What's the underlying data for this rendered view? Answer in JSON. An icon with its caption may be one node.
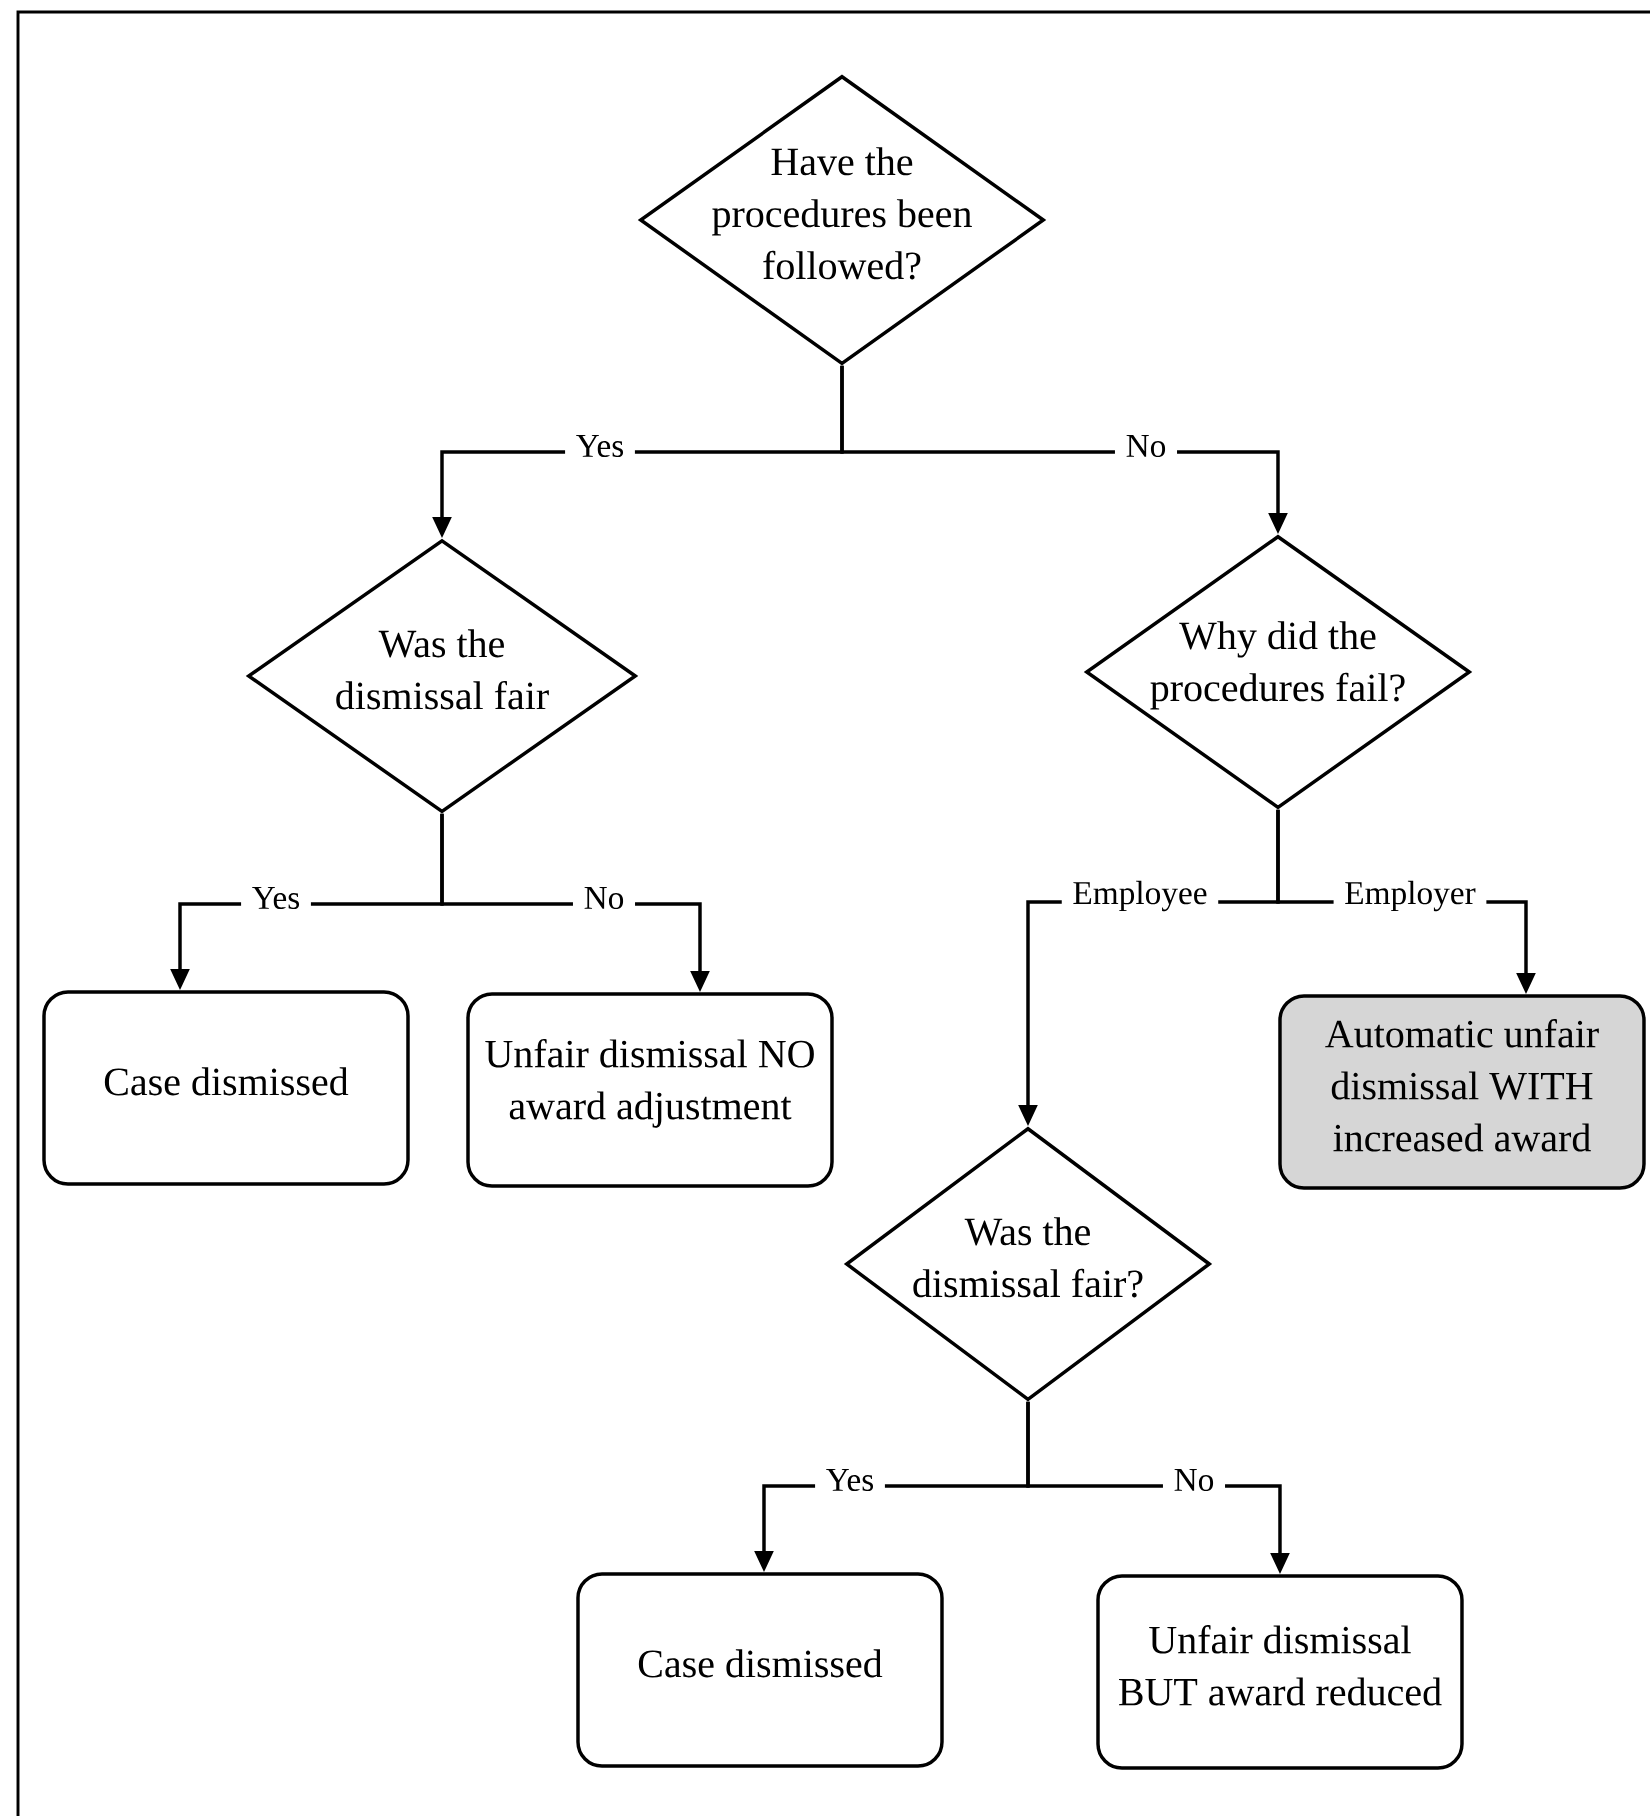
{
  "diagram": {
    "nodes": [
      {
        "text": [
          "Have the procedures been followed?"
        ]
      },
      {
        "text": [
          "Was the dismissal fair"
        ]
      },
      {
        "text": [
          "Why did the procedures fail?"
        ]
      },
      {
        "text": [
          "Case dismissed"
        ]
      },
      {
        "text": [
          "Unfair dismissal NO award adjustment"
        ]
      },
      {
        "text": [
          "Automatic unfair dismissal WITH increased award"
        ]
      },
      {
        "text": [
          "Was the dismissal fair?"
        ]
      },
      {
        "text": [
          "Case dismissed"
        ]
      },
      {
        "text": [
          "Unfair dismissal BUT award reduced"
        ]
      }
    ],
    "edges": [
      {
        "from": 0,
        "to": 1,
        "arrow": "to",
        "label": "Yes"
      },
      {
        "from": 0,
        "to": 2,
        "arrow": "to",
        "label": "No"
      },
      {
        "from": 1,
        "to": 3,
        "arrow": "to",
        "label": "Yes"
      },
      {
        "from": 1,
        "to": 4,
        "arrow": "to",
        "label": "No"
      },
      {
        "from": 2,
        "to": 6,
        "arrow": "to",
        "label": "Employee"
      },
      {
        "from": 2,
        "to": 5,
        "arrow": "to",
        "label": "Employer"
      },
      {
        "from": 6,
        "to": 7,
        "arrow": "to",
        "label": "Yes"
      },
      {
        "from": 6,
        "to": 8,
        "arrow": "to",
        "label": "No"
      }
    ]
  }
}
